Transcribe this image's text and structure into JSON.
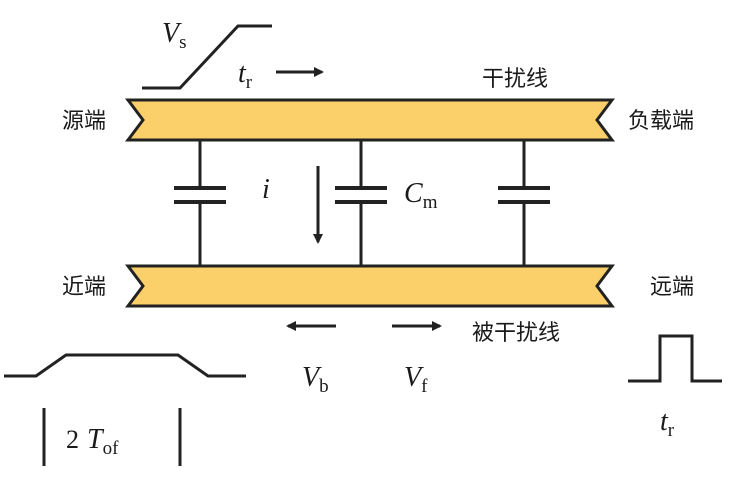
{
  "labels": {
    "aggressor_line": "干扰线",
    "victim_line": "被干扰线",
    "source_end": "源端",
    "load_end": "负载端",
    "near_end": "近端",
    "far_end": "远端"
  },
  "symbols": {
    "vs_main": "V",
    "vs_sub": "s",
    "tr_top_main": "t",
    "tr_top_sub": "r",
    "current": "i",
    "cm_main": "C",
    "cm_sub": "m",
    "vb_main": "V",
    "vb_sub": "b",
    "vf_main": "V",
    "vf_sub": "f",
    "tof_coef": "2",
    "tof_main": "T",
    "tof_sub": "of",
    "tr_bottom_main": "t",
    "tr_bottom_sub": "r"
  },
  "colors": {
    "trace_fill": "#fbd06b",
    "stroke": "#222222",
    "background": "#ffffff"
  }
}
